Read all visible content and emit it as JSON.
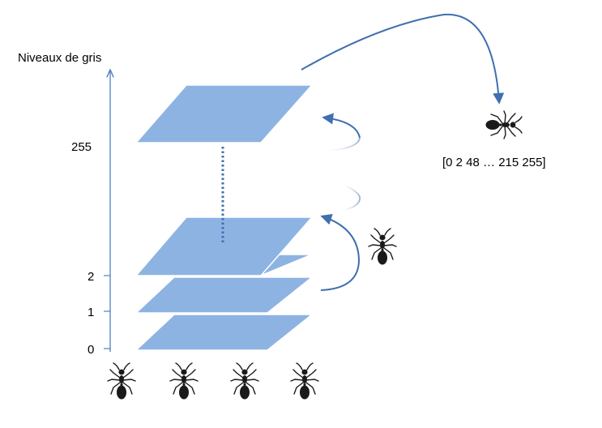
{
  "axis": {
    "title": "Niveaux de gris",
    "ticks": [
      {
        "label": "0",
        "value": 0
      },
      {
        "label": "1",
        "value": 1
      },
      {
        "label": "2",
        "value": 2
      },
      {
        "label": "255",
        "value": 255
      }
    ]
  },
  "sequence": "[0 2 48 … 215 255]",
  "colors": {
    "layer_fill": "#8DB3E2",
    "axis": "#4F81BD",
    "arrow": "#3F6FAF",
    "dots": "#3F6FAF",
    "ant": "#1a1a1a"
  },
  "icons": {
    "ant": "ant-icon",
    "arrow": "curved-arrow-icon"
  }
}
